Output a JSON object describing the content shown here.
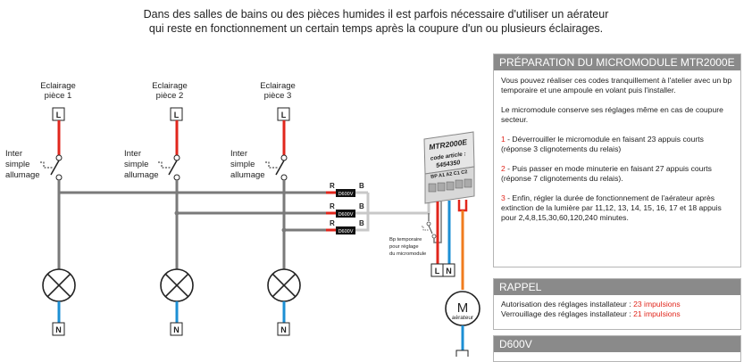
{
  "intro": {
    "line1": "Dans des salles de bains ou des pièces humides il est parfois nécessaire d'utiliser un aérateur",
    "line2": "qui reste en fonctionnement un certain temps après la coupure d'un ou plusieurs éclairages."
  },
  "diagram": {
    "rooms": [
      {
        "label_1": "Eclairage",
        "label_2": "pièce 1",
        "terminal_top": "L",
        "terminal_bottom": "N"
      },
      {
        "label_1": "Eclairage",
        "label_2": "pièce 2",
        "terminal_top": "L",
        "terminal_bottom": "N"
      },
      {
        "label_1": "Eclairage",
        "label_2": "pièce 3",
        "terminal_top": "L",
        "terminal_bottom": "N"
      }
    ],
    "switch_label": [
      "Inter",
      "simple",
      "allumage"
    ],
    "diode": {
      "label": "D600V",
      "left_pin": "R",
      "right_pin": "B"
    },
    "module": {
      "name": "MTR2000E",
      "code_label": "code article :",
      "code": "5454350",
      "pins": "BP A1 A2 C1 C2"
    },
    "bp_note": [
      "Bp temporaire",
      "pour réglage",
      "du micromodule"
    ],
    "module_terminals": [
      "L",
      "N"
    ],
    "motor": {
      "symbol": "M",
      "label": "aérateur"
    },
    "colors": {
      "phase": "#e1261c",
      "neutral": "#1c8fd4",
      "wire": "#7a7a7a",
      "command": "#c8c8c8",
      "orange": "#f07c1e"
    }
  },
  "panels": {
    "prep": {
      "title": "PRÉPARATION DU MICROMODULE MTR2000E",
      "p1": "Vous pouvez réaliser ces codes tranquillement à l'atelier avec un bp temporaire et une ampoule en volant puis l'installer.",
      "p2": "Le micromodule conserve ses réglages même en cas de coupure secteur.",
      "s1_num": "1",
      "s1_text": " - Déverrouiller le micromodule en faisant 23 appuis courts (réponse 3 clignotements du relais)",
      "s2_num": "2",
      "s2_text": " - Puis passer en mode minuterie en faisant 27 appuis courts (réponse 7 clignotements du relais).",
      "s3_num": "3",
      "s3_text": " - Enfin, régler la durée de fonctionnement de l'aérateur après extinction de la lumière par 11,12, 13, 14, 15, 16, 17 et 18 appuis pour 2,4,8,15,30,60,120,240 minutes."
    },
    "rappel": {
      "title": "RAPPEL",
      "line1_text": "Autorisation des réglages installateur : ",
      "line1_value": "23 impulsions",
      "line2_text": "Verrouillage des réglages installateur : ",
      "line2_value": "21 impulsions"
    },
    "d600": {
      "title": "D600V"
    }
  }
}
